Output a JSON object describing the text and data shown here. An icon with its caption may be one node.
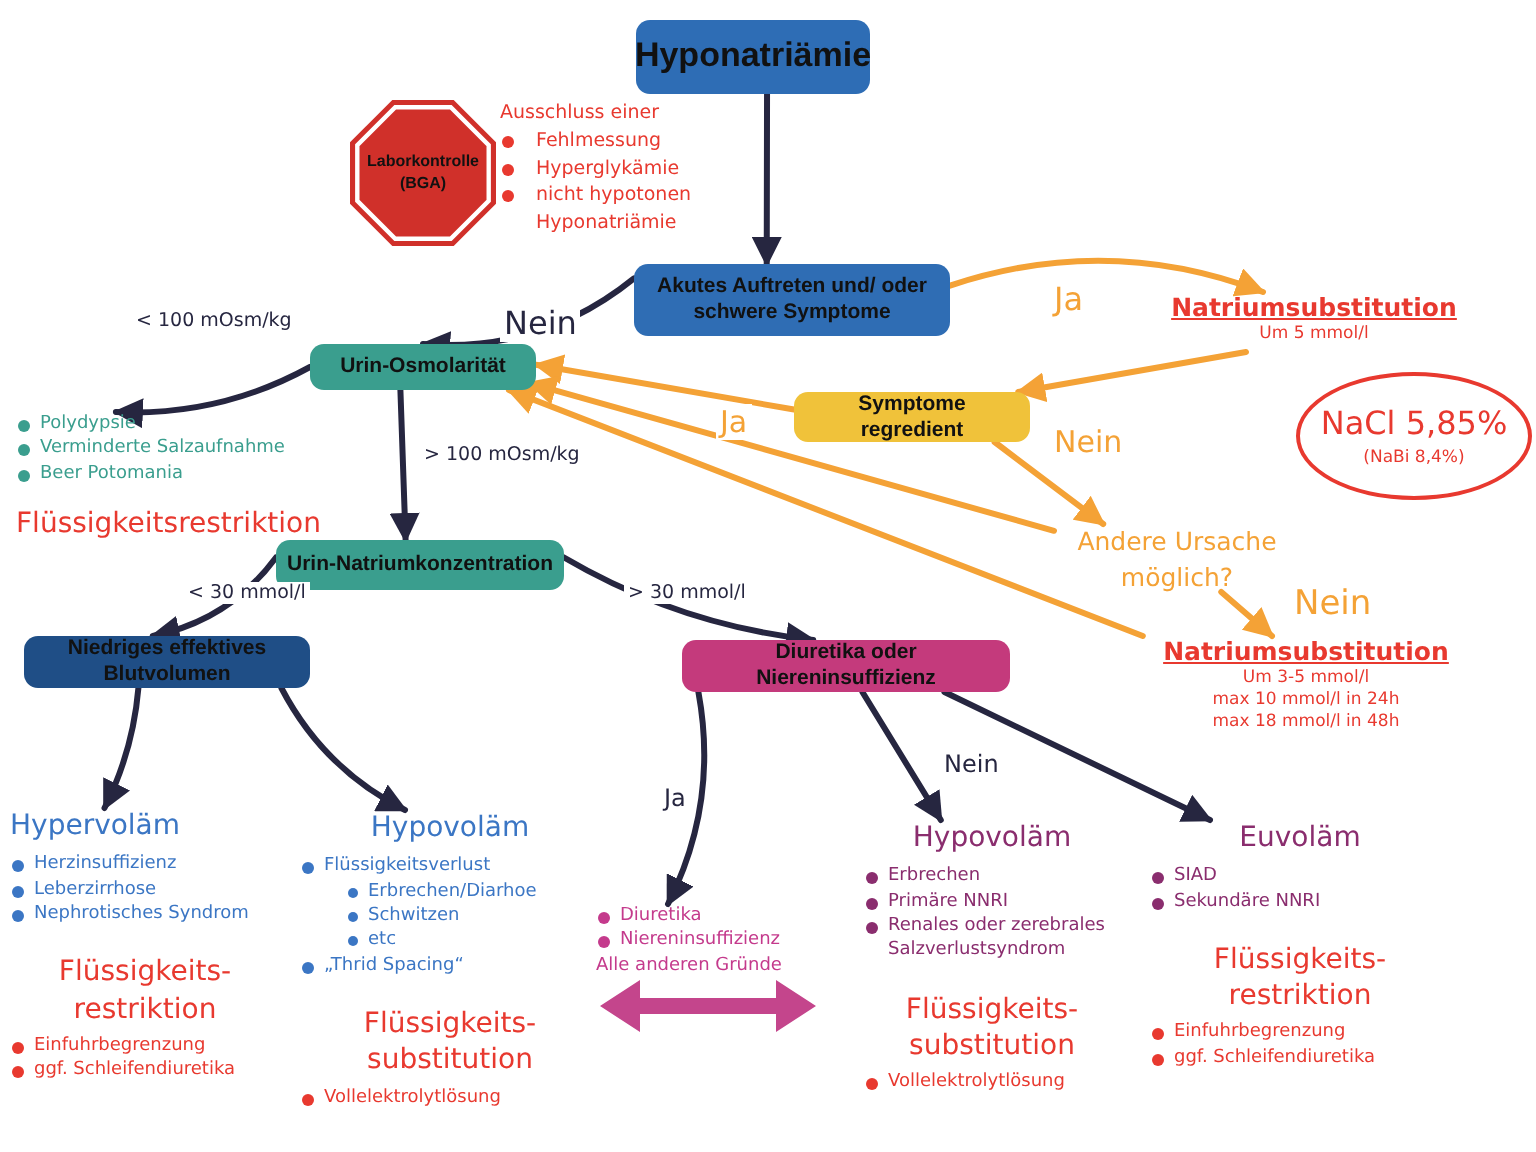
{
  "diagram": {
    "nodes": [
      {
        "text": [
          "Hyponatriämie"
        ]
      },
      {
        "text": [
          "Laborkontrolle (BGA)"
        ],
        "beside": [
          "Ausschluss einer",
          "Fehlmessung",
          "Hyperglykämie",
          "nicht hypotonen Hyponatriämie"
        ]
      },
      {
        "text": [
          "Akutes Auftreten und/ oder schwere Symptome"
        ]
      },
      {
        "text": [
          "Natriumsubstitution",
          "Um 5 mmol/l"
        ]
      },
      {
        "text": [
          "Urin-Osmolarität"
        ]
      },
      {
        "text": [
          "Symptome regredient"
        ]
      },
      {
        "text": [
          "Polydypsie",
          "Verminderte Salzaufnahme",
          "Beer Potomania",
          "Flüssigkeitsrestriktion"
        ]
      },
      {
        "text": [
          "Andere Ursache möglich?"
        ]
      },
      {
        "text": [
          "Natriumsubstitution",
          "Um 3-5 mmol/l",
          "max 10 mmol/l in 24h",
          "max 18 mmol/l in 48h"
        ]
      },
      {
        "text": [
          "NaCl 5,85%",
          "(NaBi 8,4%)"
        ]
      },
      {
        "text": [
          "Urin-Natriumkonzentration"
        ]
      },
      {
        "text": [
          "Niedriges effektives Blutvolumen"
        ]
      },
      {
        "text": [
          "Diuretika oder Niereninsuffizienz"
        ]
      },
      {
        "text": [
          "Hypervoläm",
          "Herzinsuffizienz",
          "Leberzirrhose",
          "Nephrotisches Syndrom",
          "Flüssigkeits- restriktion",
          "Einfuhrbegrenzung",
          "ggf. Schleifendiuretika"
        ]
      },
      {
        "text": [
          "Hypovoläm",
          "Flüssigkeitsverlust",
          "Erbrechen/Diarhoe",
          "Schwitzen",
          "etc",
          "„Thrid Spacing“",
          "Flüssigkeits- substitution",
          "Vollelektrolytlösung"
        ]
      },
      {
        "text": [
          "Diuretika",
          "Niereninsuffizienz",
          "Alle anderen Gründe"
        ]
      },
      {
        "text": [
          "Hypovoläm",
          "Erbrechen",
          "Primäre NNRI",
          "Renales oder zerebrales Salzverlustsyndrom",
          "Flüssigkeits- substitution",
          "Vollelektrolytlösung"
        ]
      },
      {
        "text": [
          "Euvoläm",
          "SIAD",
          "Sekundäre NNRI",
          "Flüssigkeits- restriktion",
          "Einfuhrbegrenzung",
          "ggf. Schleifendiuretika"
        ]
      }
    ],
    "edges": [
      {
        "from": 0,
        "to": 2,
        "arrow": "to"
      },
      {
        "from": 2,
        "to": 4,
        "arrow": "to",
        "label": "Nein"
      },
      {
        "from": 2,
        "to": 3,
        "arrow": "to",
        "label": "Ja",
        "color": "#f4a236"
      },
      {
        "from": 3,
        "to": 5,
        "arrow": "to",
        "color": "#f4a236"
      },
      {
        "from": 5,
        "to": 4,
        "arrow": "to",
        "label": "Ja",
        "color": "#f4a236"
      },
      {
        "from": 5,
        "to": 7,
        "arrow": "to",
        "label": "Nein",
        "color": "#f4a236"
      },
      {
        "from": 7,
        "to": 8,
        "arrow": "to",
        "label": "Nein",
        "color": "#f4a236"
      },
      {
        "from": 7,
        "to": 4,
        "arrow": "to",
        "color": "#f4a236"
      },
      {
        "from": 8,
        "to": 4,
        "arrow": "to",
        "color": "#f4a236"
      },
      {
        "from": 4,
        "to": 6,
        "arrow": "to",
        "label": "< 100 mOsm/kg"
      },
      {
        "from": 4,
        "to": 10,
        "arrow": "to",
        "label": "> 100 mOsm/kg"
      },
      {
        "from": 10,
        "to": 11,
        "arrow": "to",
        "label": "< 30 mmol/l"
      },
      {
        "from": 10,
        "to": 12,
        "arrow": "to",
        "label": "> 30 mmol/l"
      },
      {
        "from": 11,
        "to": 13,
        "arrow": "to"
      },
      {
        "from": 11,
        "to": 14,
        "arrow": "to"
      },
      {
        "from": 12,
        "to": 15,
        "arrow": "to",
        "label": "Ja"
      },
      {
        "from": 12,
        "to": 16,
        "arrow": "to",
        "label": "Nein"
      },
      {
        "from": 12,
        "to": 17,
        "arrow": "to"
      }
    ]
  }
}
